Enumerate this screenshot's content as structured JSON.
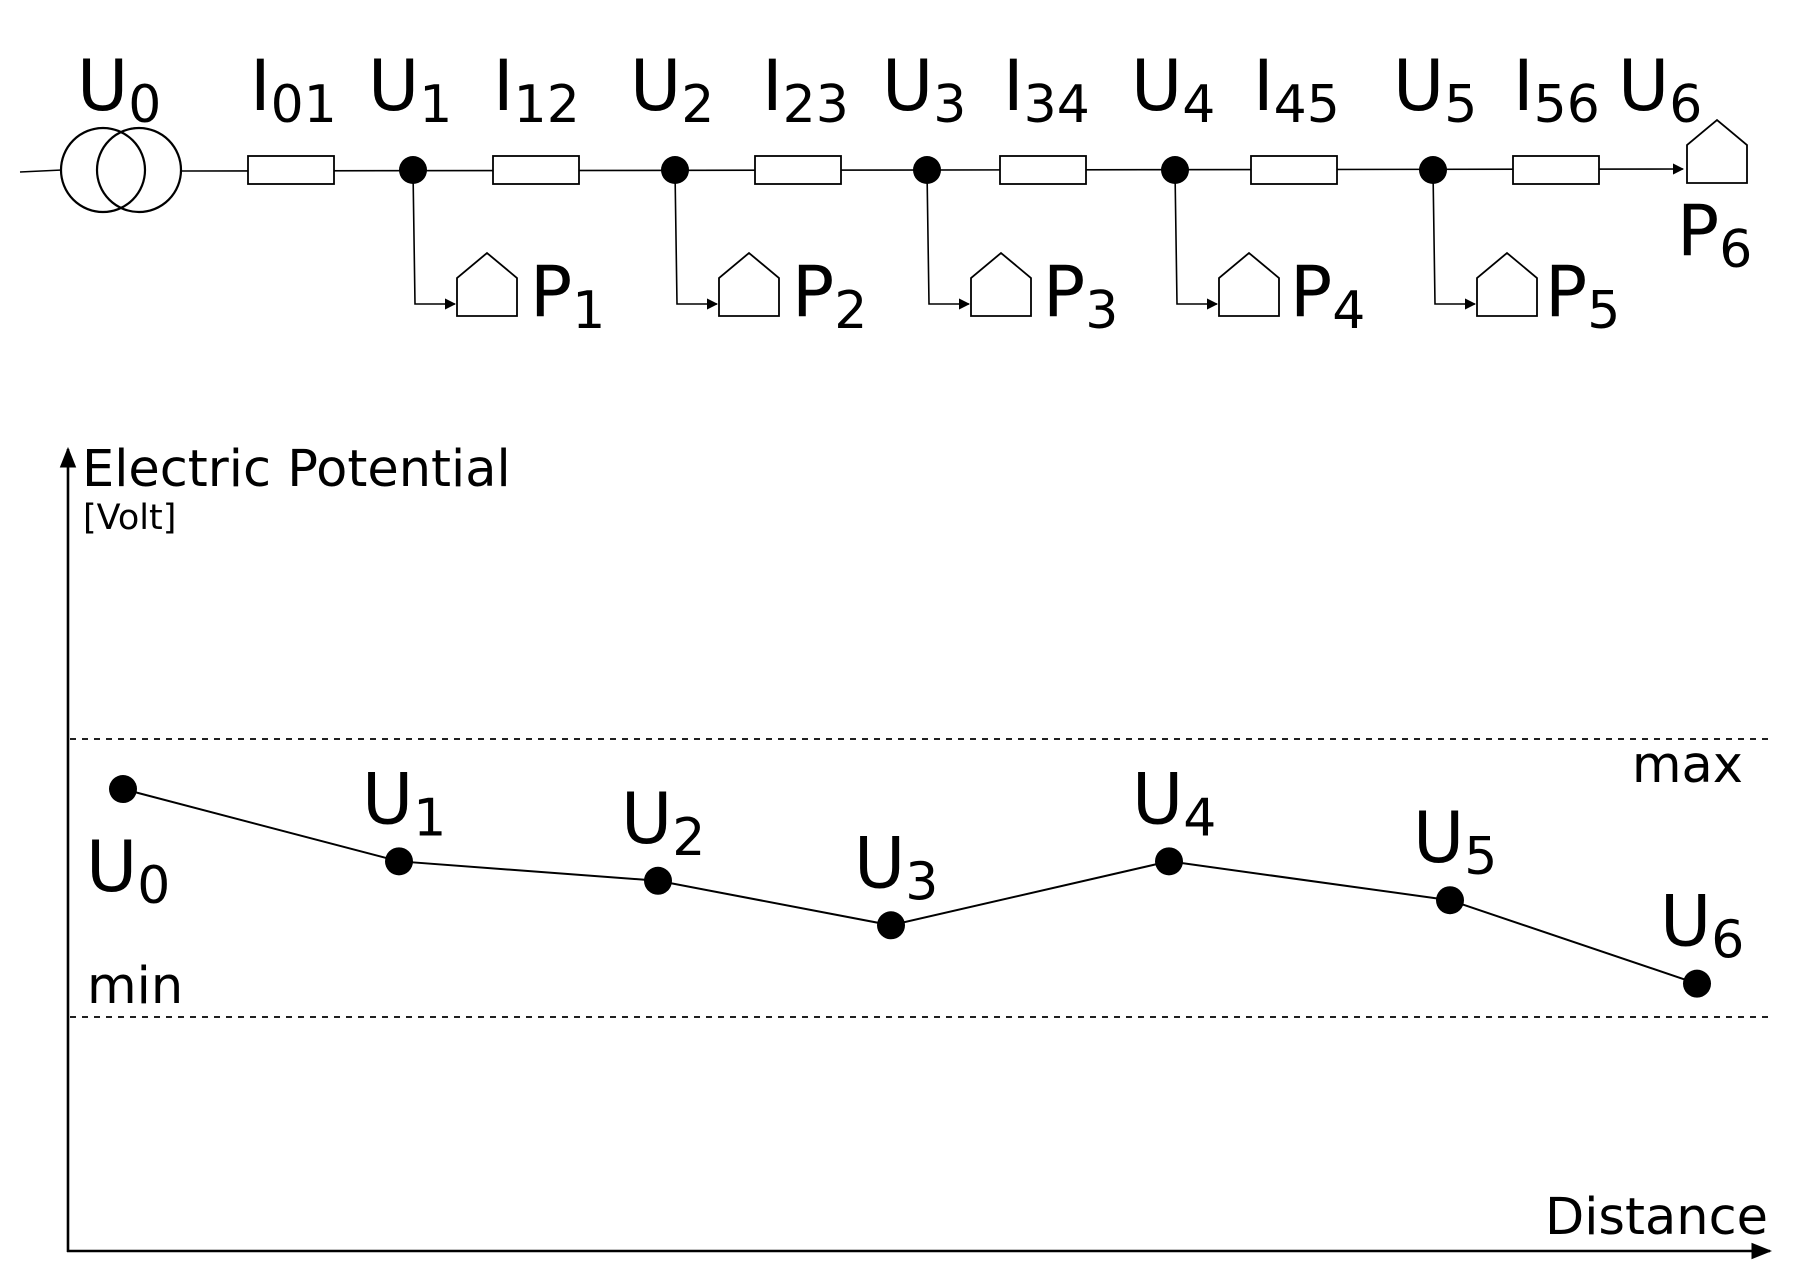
{
  "circuit": {
    "nodes": [
      {
        "base": "U",
        "sub": "0"
      },
      {
        "base": "U",
        "sub": "1"
      },
      {
        "base": "U",
        "sub": "2"
      },
      {
        "base": "U",
        "sub": "3"
      },
      {
        "base": "U",
        "sub": "4"
      },
      {
        "base": "U",
        "sub": "5"
      },
      {
        "base": "U",
        "sub": "6"
      }
    ],
    "currents": [
      {
        "base": "I",
        "sub": "01"
      },
      {
        "base": "I",
        "sub": "12"
      },
      {
        "base": "I",
        "sub": "23"
      },
      {
        "base": "I",
        "sub": "34"
      },
      {
        "base": "I",
        "sub": "45"
      },
      {
        "base": "I",
        "sub": "56"
      }
    ],
    "loads": [
      {
        "base": "P",
        "sub": "1"
      },
      {
        "base": "P",
        "sub": "2"
      },
      {
        "base": "P",
        "sub": "3"
      },
      {
        "base": "P",
        "sub": "4"
      },
      {
        "base": "P",
        "sub": "5"
      },
      {
        "base": "P",
        "sub": "6"
      }
    ]
  },
  "potential_chart": {
    "ylabel": "Electric Potential",
    "ylabel_unit": "[Volt]",
    "xlabel": "Distance",
    "max_label": "max",
    "min_label": "min",
    "points": [
      {
        "base": "U",
        "sub": "0",
        "level": 0.82
      },
      {
        "base": "U",
        "sub": "1",
        "level": 0.56
      },
      {
        "base": "U",
        "sub": "2",
        "level": 0.49
      },
      {
        "base": "U",
        "sub": "3",
        "level": 0.33
      },
      {
        "base": "U",
        "sub": "4",
        "level": 0.56
      },
      {
        "base": "U",
        "sub": "5",
        "level": 0.42
      },
      {
        "base": "U",
        "sub": "6",
        "level": 0.12
      }
    ]
  }
}
